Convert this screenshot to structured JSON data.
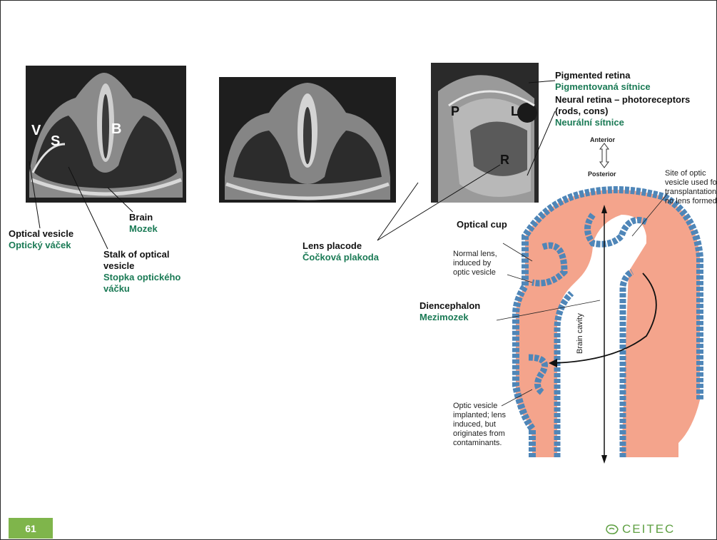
{
  "labels": {
    "brain_en": "Brain",
    "brain_cz": "Mozek",
    "optical_vesicle_en": "Optical vesicle",
    "optical_vesicle_cz": "Optický váček",
    "stalk_en_1": "Stalk of optical",
    "stalk_en_2": "vesicle",
    "stalk_cz_1": "Stopka optického",
    "stalk_cz_2": "váčku",
    "lens_placode_en": "Lens placode",
    "lens_placode_cz": "Čočková plakoda",
    "pigmented_en": "Pigmented retina",
    "pigmented_cz": "Pigmentovaná sítnice",
    "neural_en_1": "Neural retina – photoreceptors",
    "neural_en_2": "(rods, cons)",
    "neural_cz": "Neurální sítnice",
    "optical_cup_en": "Optical cup",
    "diencephalon_en": "Diencephalon",
    "diencephalon_cz": "Mezimozek"
  },
  "photo_letters": {
    "v": "V",
    "s": "S",
    "b": "B",
    "p": "P",
    "l": "L",
    "r": "R"
  },
  "diagram": {
    "anterior": "Anterior",
    "posterior": "Posterior",
    "brain_cavity": "Brain cavity",
    "site_1": "Site of optic",
    "site_2": "vesicle used fo",
    "site_3": "transplantation",
    "site_4": "no lens formed",
    "normal_1": "Normal lens,",
    "normal_2": "induced by",
    "normal_3": "optic vesicle",
    "implant_1": "Optic vesicle",
    "implant_2": "implanted; lens",
    "implant_3": "induced, but",
    "implant_4": "originates from",
    "implant_5": "contaminants."
  },
  "footer": {
    "page_number": "61",
    "logo_text": "CEITEC"
  },
  "colors": {
    "label_green": "#1a7a55",
    "footer_green": "#7fb54b",
    "tissue_pink": "#f4a48c",
    "cell_blue": "#4f86b8"
  }
}
